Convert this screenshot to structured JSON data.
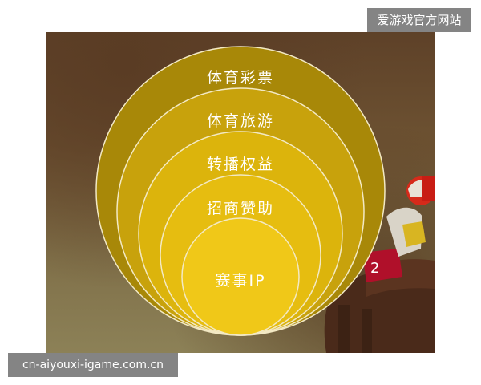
{
  "watermark_top": "爱游戏官方网站",
  "watermark_bottom": "cn-aiyouxi-igame.com.cn",
  "layers": [
    {
      "label": "体育彩票",
      "color": "#a88808"
    },
    {
      "label": "体育旅游",
      "color": "#c8a20c"
    },
    {
      "label": "转播权益",
      "color": "#dcb40c"
    },
    {
      "label": "招商赞助",
      "color": "#e6bd10"
    },
    {
      "label": "赛事IP",
      "color": "#f0c818"
    }
  ],
  "colors": {
    "ring_stroke": "#f3e9c4",
    "background_photo": "#6d5232"
  }
}
